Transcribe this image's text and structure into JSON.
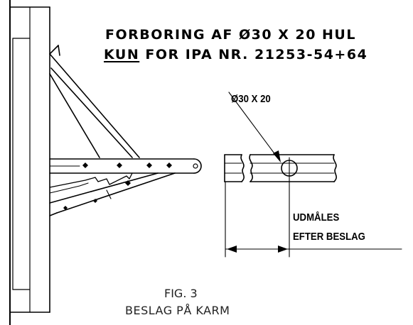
{
  "heading": {
    "line1": "FORBORING AF Ø30 X 20 HUL",
    "line2_emphasis": "KUN",
    "line2_rest": " FOR IPA NR. 21253-54+64"
  },
  "hole_label": "Ø30 X 20",
  "measure_note": {
    "line1": "UDMÅLES",
    "line2": "EFTER BESLAG"
  },
  "caption": {
    "figure": "FIG. 3",
    "subtitle": "BESLAG PÅ KARM"
  }
}
